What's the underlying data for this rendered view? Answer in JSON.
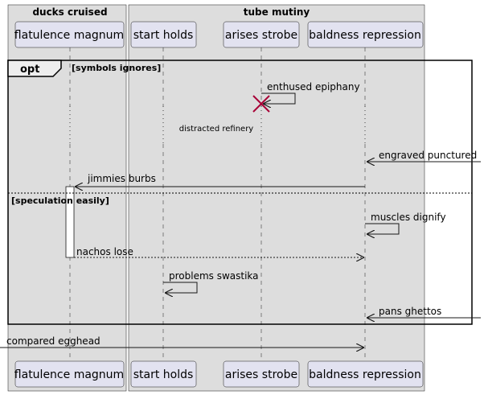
{
  "boxes": {
    "left_label": "ducks cruised",
    "right_label": "tube mutiny"
  },
  "participants": [
    {
      "name": "flatulence magnum"
    },
    {
      "name": "start holds"
    },
    {
      "name": "arises strobe"
    },
    {
      "name": "baldness repression"
    }
  ],
  "fragment": {
    "keyword": "opt",
    "condition": "[symbols ignores]",
    "else_condition": "[speculation easily]"
  },
  "messages": {
    "m1": "enthused epiphany",
    "delay": "distracted refinery",
    "m2": "engraved punctured",
    "m3": "jimmies burbs",
    "m4": "muscles dignify",
    "m5": "nachos lose",
    "m6": "problems swastika",
    "m7": "pans ghettos",
    "m8": "compared egghead"
  },
  "colors": {
    "box_fill": "#dddddd",
    "participant_fill": "#e2e2f0",
    "line": "#181818"
  }
}
